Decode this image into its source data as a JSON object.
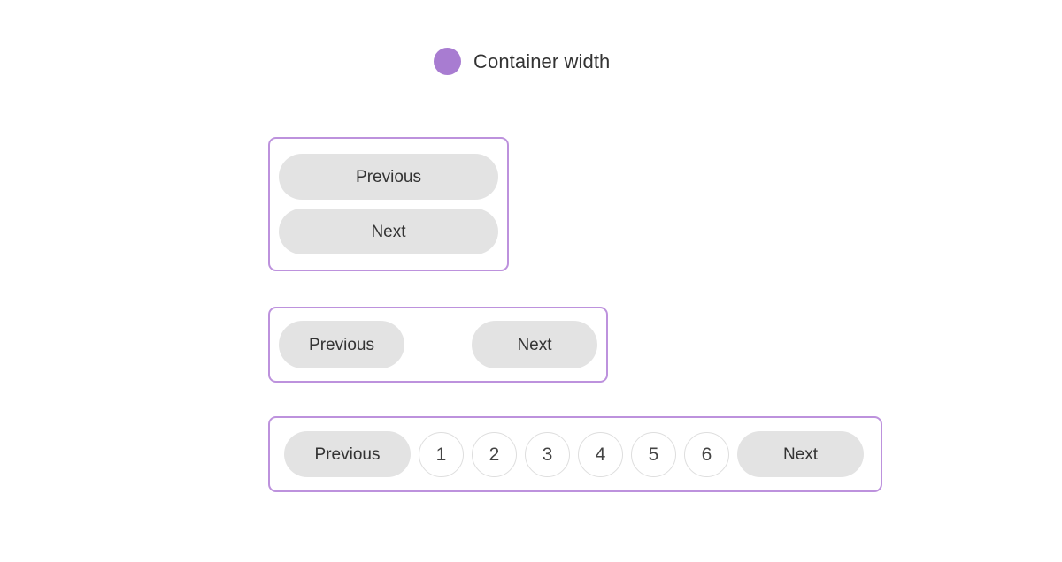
{
  "legend": {
    "dot_color": "#a87cd1",
    "label": "Container width"
  },
  "colors": {
    "container_border": "#bd92dd",
    "button_background": "#e3e3e3",
    "button_text": "#333333",
    "page_circle_border": "#dedede",
    "page_background": "#ffffff"
  },
  "containers": [
    {
      "id": "stacked",
      "layout": "column",
      "buttons": [
        {
          "label": "Previous"
        },
        {
          "label": "Next"
        }
      ]
    },
    {
      "id": "row",
      "layout": "row-space-between",
      "buttons": [
        {
          "label": "Previous"
        },
        {
          "label": "Next"
        }
      ]
    },
    {
      "id": "pagination",
      "layout": "row-full",
      "prev_label": "Previous",
      "next_label": "Next",
      "pages": [
        "1",
        "2",
        "3",
        "4",
        "5",
        "6"
      ]
    }
  ]
}
